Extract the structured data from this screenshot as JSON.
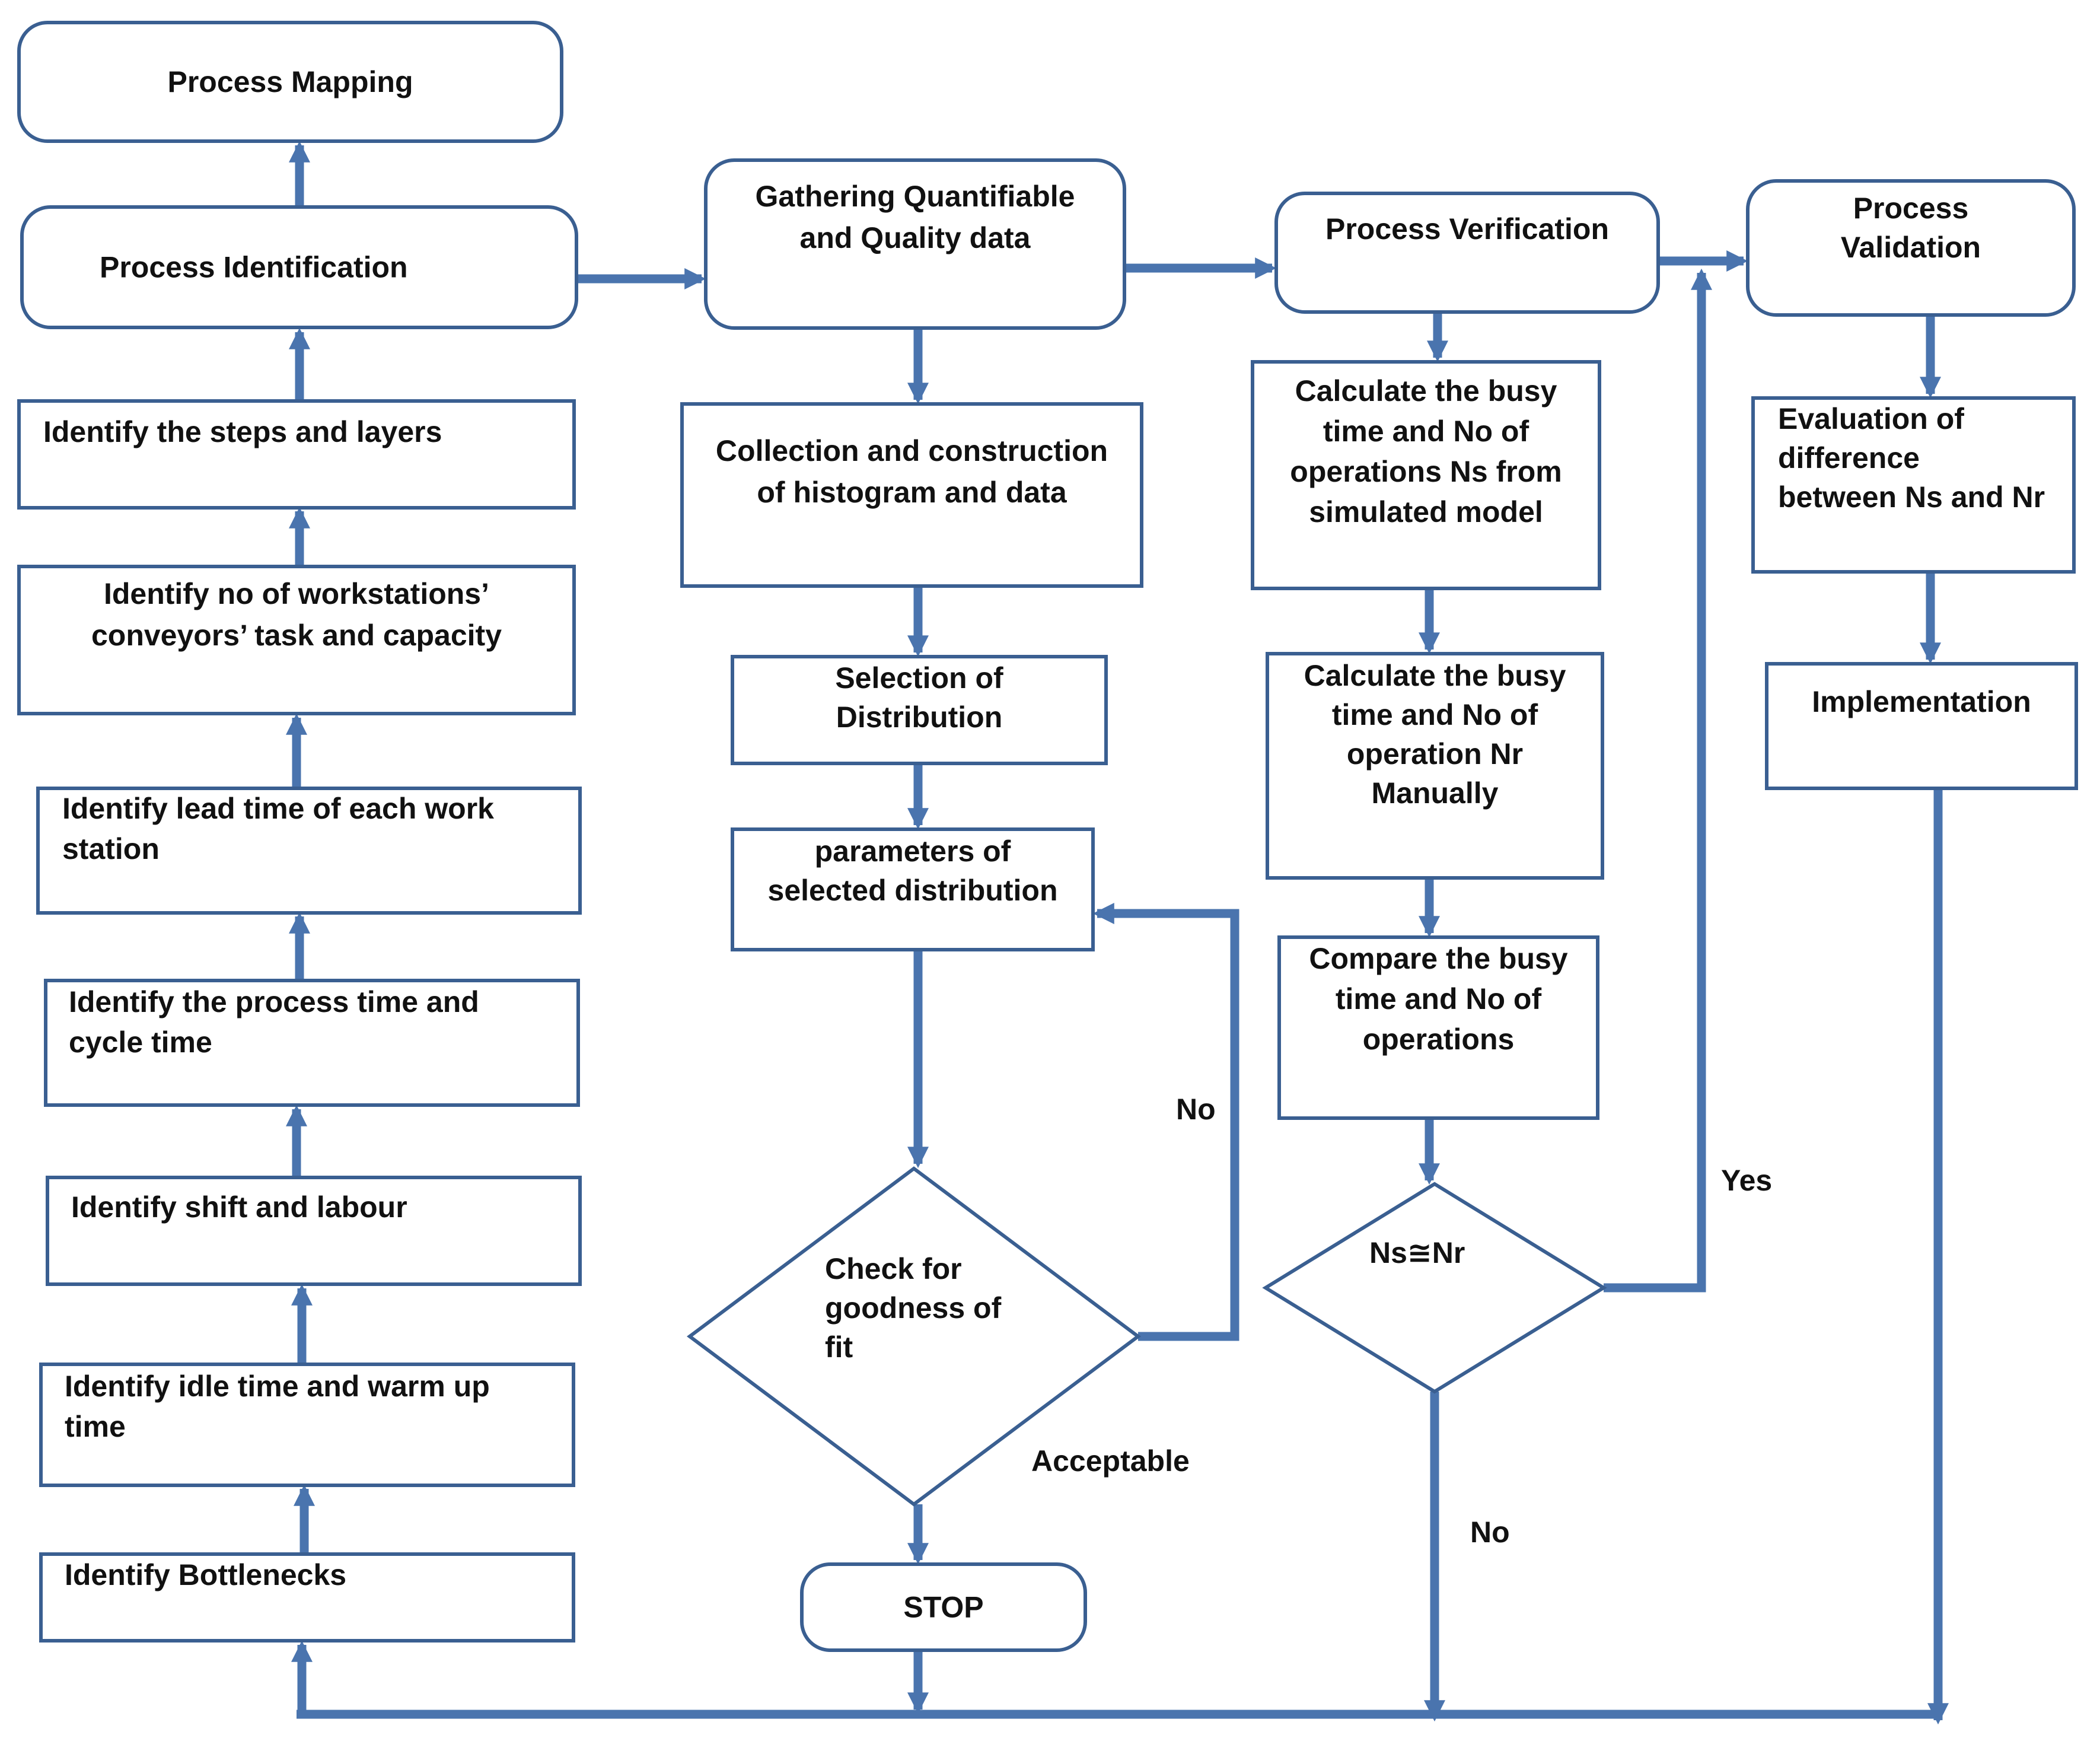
{
  "colors": {
    "border": "#3A5F91",
    "arrow": "#4A74AE",
    "fill": "#FFFFFF",
    "text": "#111111"
  },
  "nodes": [
    {
      "id": "process-mapping",
      "lines": [
        "Process Mapping"
      ]
    },
    {
      "id": "process-identification",
      "lines": [
        "Process Identification"
      ]
    },
    {
      "id": "identify-steps",
      "lines": [
        "Identify the steps  and layers"
      ]
    },
    {
      "id": "identify-workstations",
      "lines": [
        "Identify no of workstations’",
        "conveyors’ task and capacity"
      ]
    },
    {
      "id": "identify-lead-time",
      "lines": [
        "Identify lead time of each work",
        "station"
      ]
    },
    {
      "id": "identify-process-time",
      "lines": [
        "Identify the process time and",
        "cycle time"
      ]
    },
    {
      "id": "identify-shift",
      "lines": [
        "Identify shift and labour"
      ]
    },
    {
      "id": "identify-idle-time",
      "lines": [
        "Identify idle time and warm up",
        "time"
      ]
    },
    {
      "id": "identify-bottlenecks",
      "lines": [
        "Identify Bottlenecks"
      ]
    },
    {
      "id": "gathering-data",
      "lines": [
        "Gathering Quantifiable",
        "and Quality data"
      ]
    },
    {
      "id": "collection-histogram",
      "lines": [
        "Collection and construction",
        "of histogram and data"
      ]
    },
    {
      "id": "selection-distribution",
      "lines": [
        "Selection of",
        "Distribution"
      ]
    },
    {
      "id": "parameters-distribution",
      "lines": [
        "parameters  of",
        "selected distribution"
      ]
    },
    {
      "id": "check-goodness-of-fit",
      "lines": [
        "Check for",
        "goodness  of",
        "fit"
      ]
    },
    {
      "id": "stop",
      "lines": [
        "STOP"
      ]
    },
    {
      "id": "process-verification",
      "lines": [
        "Process Verification"
      ]
    },
    {
      "id": "calc-busy-time-simulated",
      "lines": [
        "Calculate the busy",
        "time and No of",
        "operations Ns from",
        "simulated model"
      ]
    },
    {
      "id": "calc-busy-time-manual",
      "lines": [
        "Calculate the busy",
        "time and No of",
        "operation Nr",
        "Manually"
      ]
    },
    {
      "id": "compare-busy-time",
      "lines": [
        "Compare the busy",
        "time and No of",
        "operations"
      ]
    },
    {
      "id": "ns-approx-nr",
      "lines": [
        "Ns≅Nr"
      ]
    },
    {
      "id": "process-validation",
      "lines": [
        "Process",
        "Validation"
      ]
    },
    {
      "id": "evaluation-difference",
      "lines": [
        "Evaluation of",
        "difference",
        "between Ns  and Nr"
      ]
    },
    {
      "id": "implementation",
      "lines": [
        "Implementation"
      ]
    }
  ],
  "edge_labels": [
    {
      "id": "no-fit",
      "text": "No"
    },
    {
      "id": "acceptable",
      "text": "Acceptable"
    },
    {
      "id": "yes",
      "text": "Yes"
    },
    {
      "id": "no-compare",
      "text": "No"
    }
  ]
}
